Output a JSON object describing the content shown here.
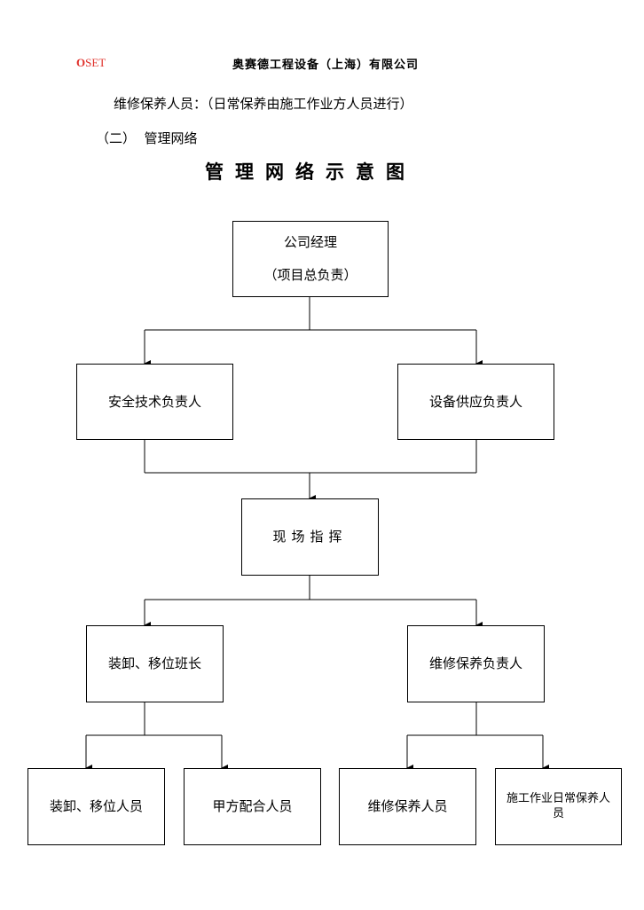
{
  "header": {
    "logo_first": "O",
    "logo_rest": "SET",
    "company": "奥赛德工程设备（上海）有限公司"
  },
  "text": {
    "maintenance_line": "维修保养人员：（日常保养由施工作业方人员进行）",
    "section_heading": "（二）  管理网络"
  },
  "diagram": {
    "title": "管理网络示意图",
    "nodes": {
      "manager": {
        "label": "公司经理",
        "sub": "（项目总负责）"
      },
      "safety": {
        "label": "安全技术负责人"
      },
      "equipment": {
        "label": "设备供应负责人"
      },
      "site": {
        "label": "现场指挥"
      },
      "loading_lead": {
        "label": "装卸、移位班长"
      },
      "maint_lead": {
        "label": "维修保养负责人"
      },
      "loading_staff": {
        "label": "装卸、移位人员"
      },
      "party_a": {
        "label": "甲方配合人员"
      },
      "maint_staff": {
        "label": "维修保养人员"
      },
      "contractor_staff": {
        "label": "施工作业日常保养人员"
      }
    },
    "edges": [
      [
        "manager",
        "safety"
      ],
      [
        "manager",
        "equipment"
      ],
      [
        "safety",
        "site"
      ],
      [
        "equipment",
        "site"
      ],
      [
        "site",
        "loading_lead"
      ],
      [
        "site",
        "maint_lead"
      ],
      [
        "loading_lead",
        "loading_staff"
      ],
      [
        "loading_lead",
        "party_a"
      ],
      [
        "maint_lead",
        "maint_staff"
      ],
      [
        "maint_lead",
        "contractor_staff"
      ]
    ]
  }
}
